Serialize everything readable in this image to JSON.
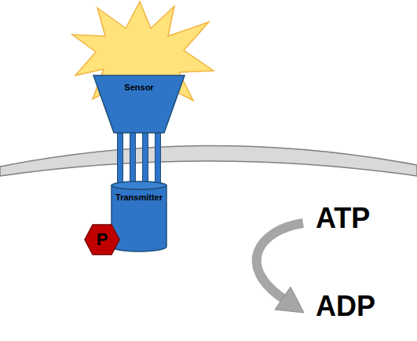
{
  "diagram": {
    "nodes": [
      {
        "text": [
          "Sensor"
        ]
      },
      {
        "text": [
          "Transmitter"
        ]
      },
      {
        "text": [
          "P"
        ]
      }
    ],
    "edges": [
      {
        "from": 0,
        "to": 1,
        "arrow": "none"
      }
    ],
    "labels": [
      "ATP",
      "ADP"
    ]
  }
}
